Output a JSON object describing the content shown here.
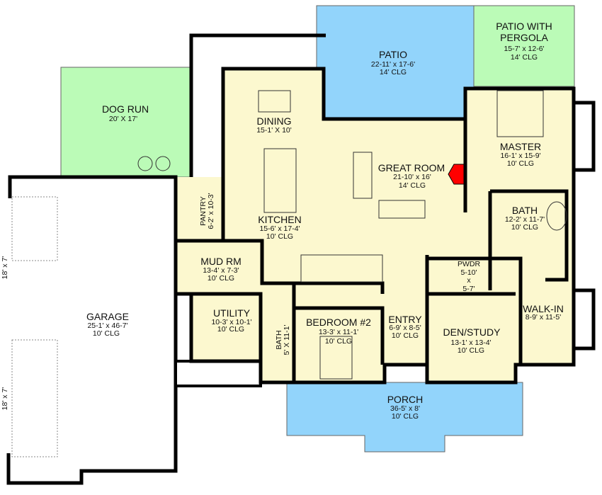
{
  "colors": {
    "interior": "#fcf8cf",
    "patio_blue": "#92d4fb",
    "green_space": "#bbfbb7",
    "fireplace": "#ff0000",
    "wall": "#000000"
  },
  "rooms": {
    "patio": {
      "name": "PATIO",
      "size": "22-11' x 17-6'",
      "clg": "14' CLG"
    },
    "pergola": {
      "name1": "PATIO WITH",
      "name2": "PERGOLA",
      "size": "15-7' x 12-6'",
      "clg": "14' CLG"
    },
    "dog_run": {
      "name": "DOG RUN",
      "size": "20' X 17'"
    },
    "dining": {
      "name": "DINING",
      "size": "15-1' X 10'"
    },
    "great_room": {
      "name": "GREAT ROOM",
      "size": "21-10' x 16'",
      "clg": "14' CLG"
    },
    "master": {
      "name": "MASTER",
      "size": "16-1' x 15-9'",
      "clg": "10' CLG"
    },
    "kitchen": {
      "name": "KITCHEN",
      "size": "15-6' x 17-4'",
      "clg": "10' CLG"
    },
    "pantry": {
      "name": "PANTRY",
      "size": "6-2' x 10-3'"
    },
    "master_bath": {
      "name": "BATH",
      "size": "12-2' x 11-7'",
      "clg": "10' CLG"
    },
    "mud_rm": {
      "name": "MUD RM",
      "size": "13-4' x 7-3'",
      "clg": "10' CLG"
    },
    "pwdr": {
      "name": "PWDR",
      "w": "5-10'",
      "x": "x",
      "h": "5-7'"
    },
    "garage": {
      "name": "GARAGE",
      "size": "25-1' x 46-7'",
      "clg": "10' CLG",
      "door1": "18' x 7'",
      "door2": "18' x 7'"
    },
    "utility": {
      "name": "UTILITY",
      "size": "10-3' x 10-1'",
      "clg": "10' CLG"
    },
    "bath2": {
      "name": "BATH",
      "size": "5' X 11-1'"
    },
    "bedroom2": {
      "name": "BEDROOM #2",
      "size": "13-3' x 11-1'",
      "clg": "10' CLG"
    },
    "entry": {
      "name": "ENTRY",
      "size": "6-9' x 8-5'",
      "clg": "10' CLG"
    },
    "den": {
      "name": "DEN/STUDY",
      "size": "13-1' x 13-4'",
      "clg": "10' CLG"
    },
    "walk_in": {
      "name": "WALK-IN",
      "size": "8-9' x 11-5'"
    },
    "porch": {
      "name": "PORCH",
      "size": "36-5' x 8'",
      "clg": "10' CLG"
    }
  }
}
